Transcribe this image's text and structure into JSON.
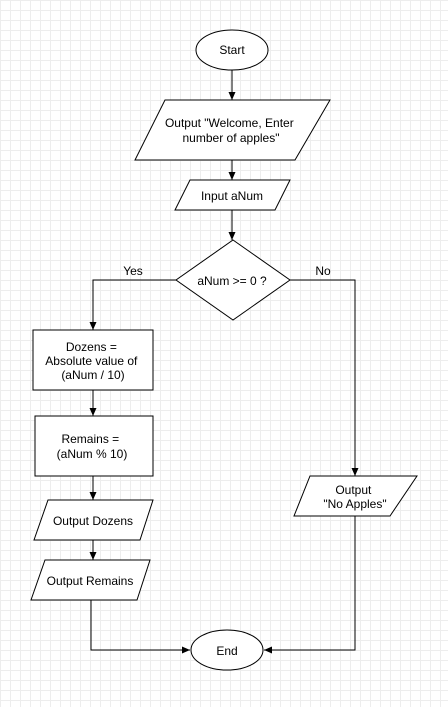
{
  "diagram": {
    "nodes": {
      "start": [
        "Start"
      ],
      "welcome": [
        "Output \"Welcome, Enter",
        "number of apples\""
      ],
      "input": [
        "Input aNum"
      ],
      "decision": [
        "aNum >= 0 ?"
      ],
      "dozens": [
        "Dozens =",
        "Absolute value of",
        "(aNum / 10)"
      ],
      "remains": [
        "Remains =",
        "(aNum % 10)"
      ],
      "out_dozens": [
        "Output Dozens"
      ],
      "out_remains": [
        "Output Remains"
      ],
      "no_apples": [
        "Output",
        "\"No Apples\""
      ],
      "end": [
        "End"
      ]
    },
    "edge_labels": {
      "yes": "Yes",
      "no": "No"
    }
  }
}
